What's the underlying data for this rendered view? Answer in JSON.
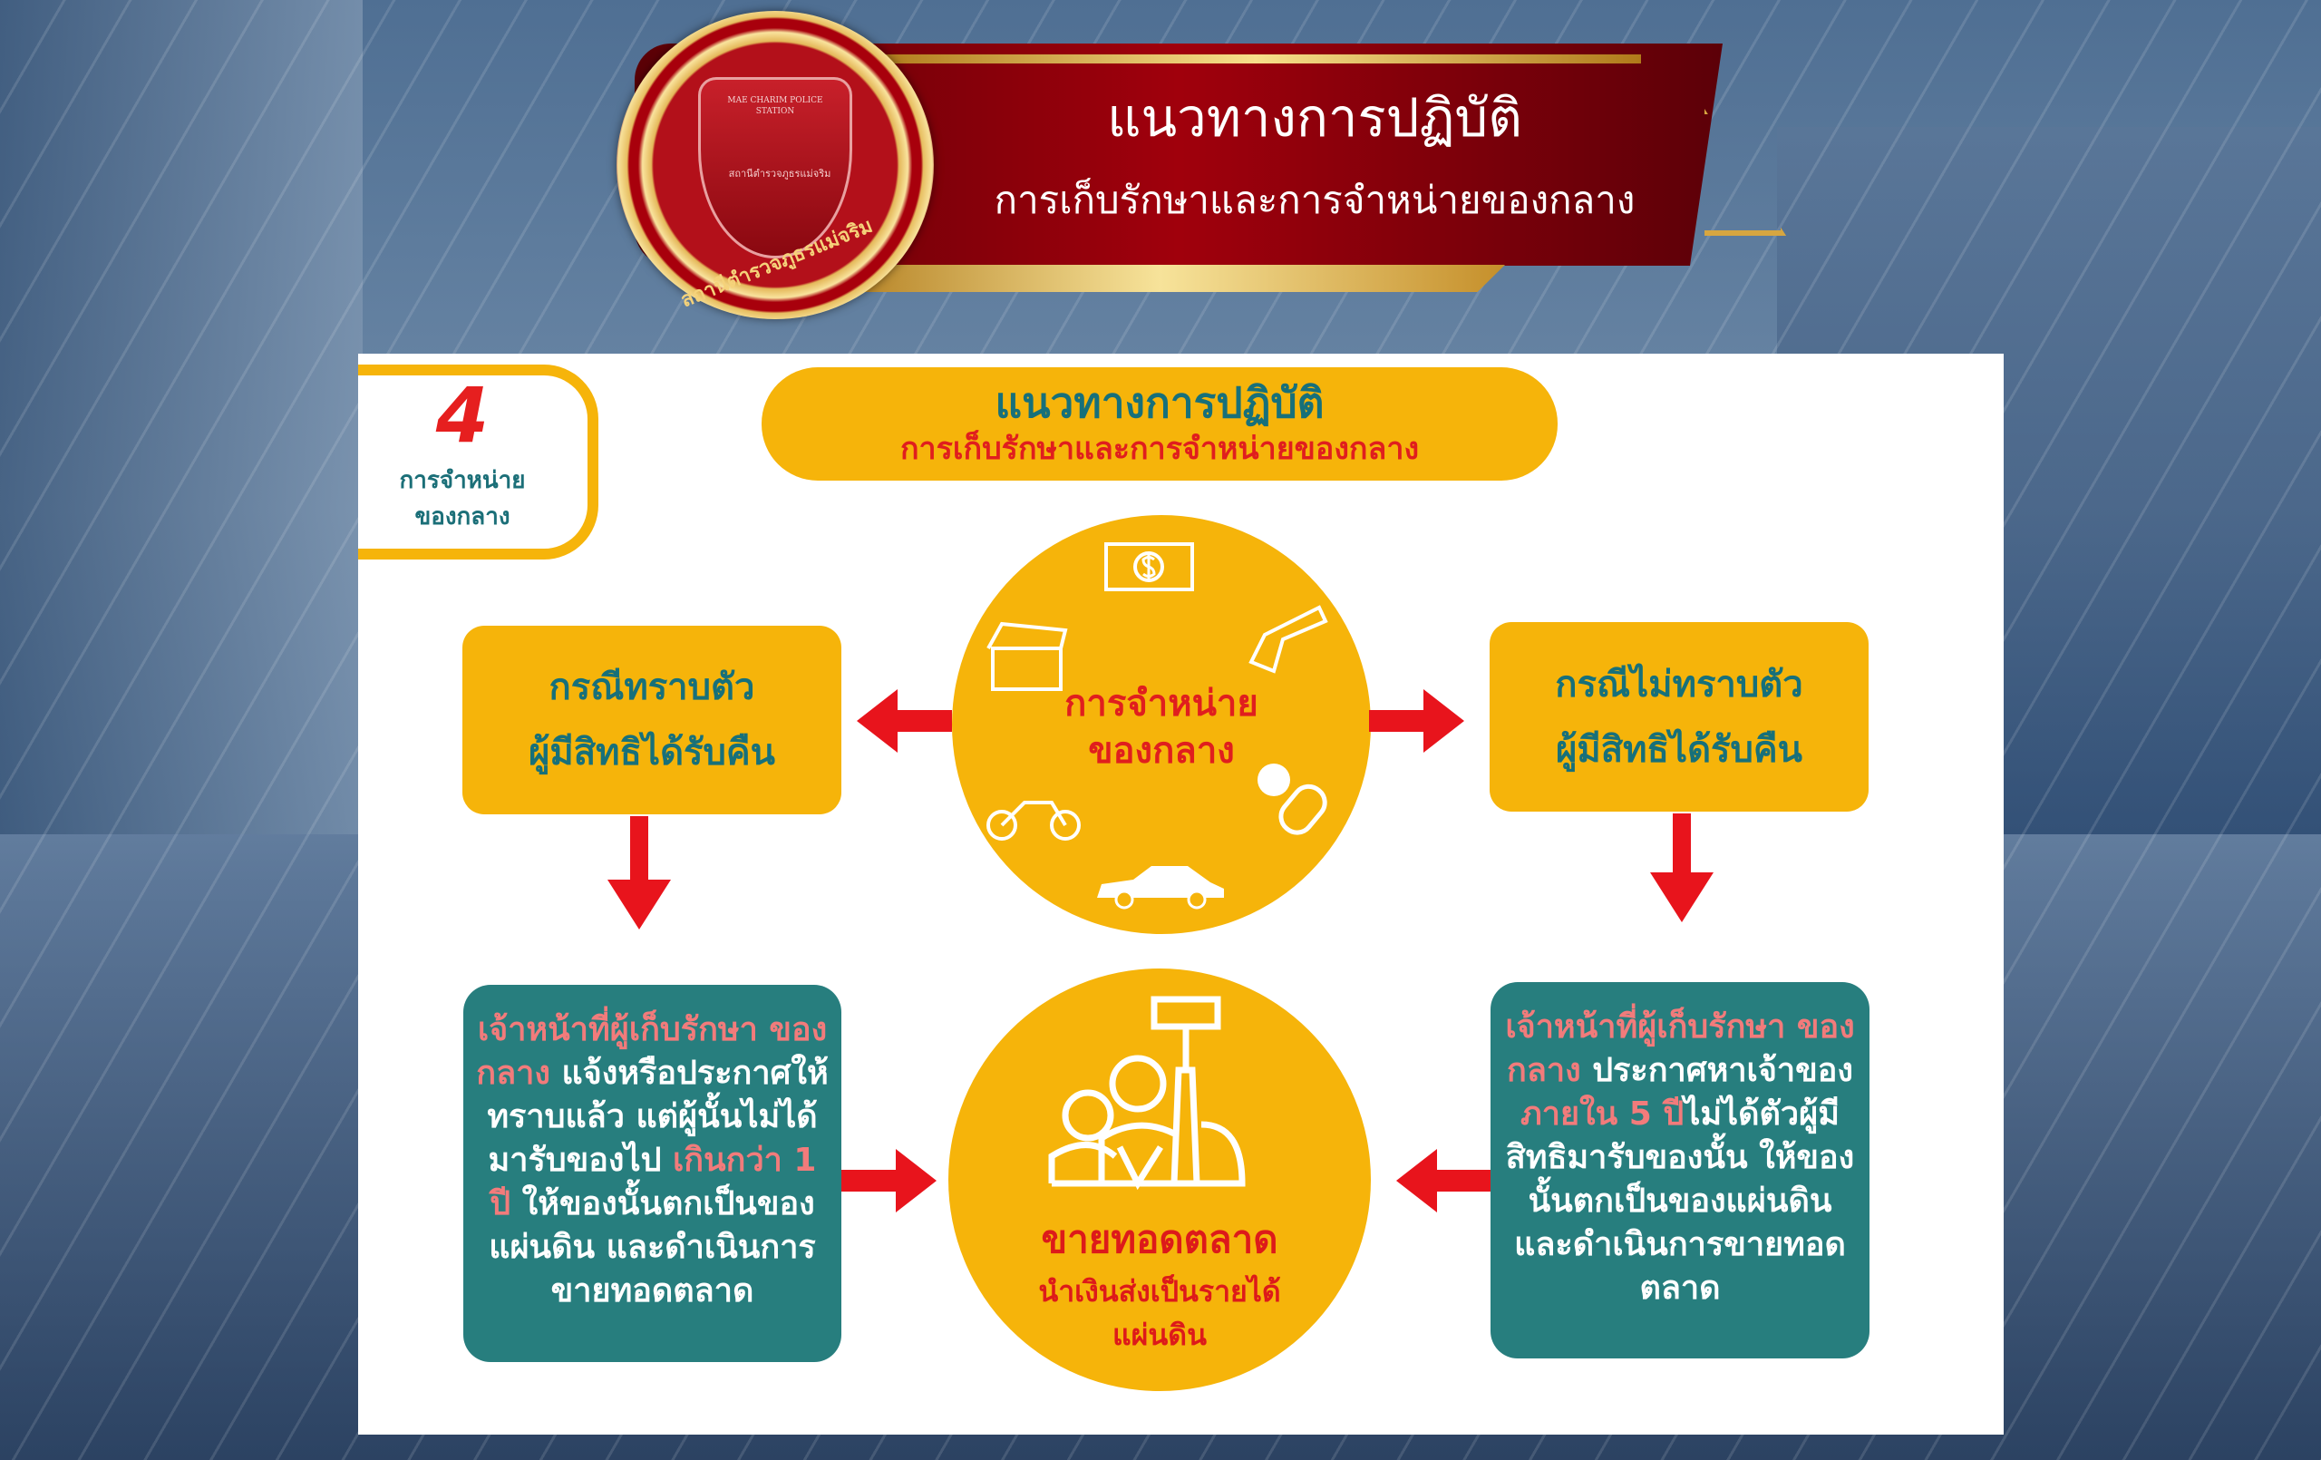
{
  "header": {
    "title": "แนวทางการปฏิบัติ",
    "subtitle": "การเก็บรักษาและการจำหน่ายของกลาง",
    "logo_text_en": "MAE CHARIM POLICE STATION",
    "logo_text_th": "สถานีตำรวจภูธรแม่จริม",
    "logo_text_th_small": "สถานีตำรวจภูธรแม่จริม"
  },
  "badge": {
    "number": "4",
    "line1": "การจำหน่าย",
    "line2": "ของกลาง"
  },
  "title_pill": {
    "title": "แนวทางการปฏิบัติ",
    "subtitle": "การเก็บรักษาและการจำหน่ายของกลาง"
  },
  "center_circle": {
    "line1": "การจำหน่าย",
    "line2": "ของกลาง",
    "icons": [
      "money-icon",
      "treasure-chest-icon",
      "gun-icon",
      "motorcycle-icon",
      "pills-icon",
      "car-icon"
    ]
  },
  "left_case": {
    "line1": "กรณีทราบตัว",
    "line2": "ผู้มีสิทธิได้รับคืน"
  },
  "right_case": {
    "line1": "กรณีไม่ทราบตัว",
    "line2": "ผู้มีสิทธิได้รับคืน"
  },
  "left_detail": {
    "hl1": "เจ้าหน้าที่ผู้เก็บรักษา ของกลาง",
    "t1": " แจ้งหรือประกาศให้ทราบแล้ว แต่ผู้นั้นไม่ได้มารับของไป ",
    "hl2": "เกินกว่า 1 ปี",
    "t2": " ให้ของนั้นตกเป็นของแผ่นดิน และดำเนินการขายทอดตลาด"
  },
  "right_detail": {
    "hl1": "เจ้าหน้าที่ผู้เก็บรักษา ของกลาง",
    "t1": " ประกาศหาเจ้าของ ",
    "hl2": "ภายใน 5 ปี",
    "t2": "ไม่ได้ตัวผู้มีสิทธิมารับของนั้น ให้ของนั้นตกเป็นของแผ่นดิน และดำเนินการขายทอดตลาด"
  },
  "result_circle": {
    "title": "ขายทอดตลาด",
    "line1": "นำเงินส่งเป็นรายได้",
    "line2": "แผ่นดิน"
  },
  "colors": {
    "yellow": "#f6b40a",
    "teal": "#277e7e",
    "red": "#e01e1e",
    "banner": "#8c0009"
  }
}
